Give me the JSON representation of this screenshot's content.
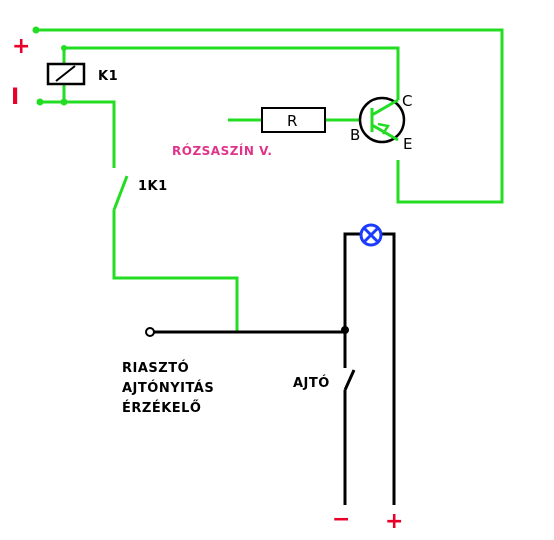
{
  "labels": {
    "plus_top": "+",
    "minus_top": "I",
    "relay": "K1",
    "relay_contact": "1K1",
    "resistor": "R",
    "collector": "C",
    "base": "B",
    "emitter": "E",
    "pink_note": "RÓZSASZÍN V.",
    "alarm_line1": "RIASZTÓ",
    "alarm_line2": "AJTÓNYITÁS",
    "alarm_line3": "ÉRZÉKELŐ",
    "door_switch": "AJTÓ",
    "minus_bottom": "−",
    "plus_bottom": "+"
  },
  "colors": {
    "green_wire": "#22dd22",
    "black_wire": "#000000",
    "lamp": "#1a3cff",
    "pink_text": "#e0338a",
    "red_sign": "#e8002a"
  }
}
